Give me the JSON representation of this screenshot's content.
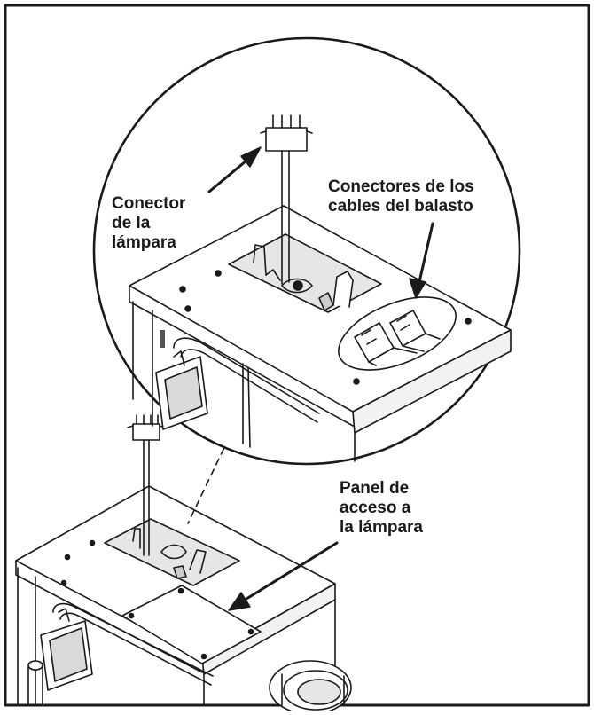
{
  "labels": {
    "lamp_connector": "Conector\nde la\nlámpara",
    "ballast_connectors": "Conectores de los\ncables del balasto",
    "access_panel": "Panel de\nacceso a\nla lámpara"
  },
  "colors": {
    "line": "#1a1a1a",
    "fill": "#ffffff",
    "shade": "#d9d9d9",
    "dark": "#555555"
  }
}
